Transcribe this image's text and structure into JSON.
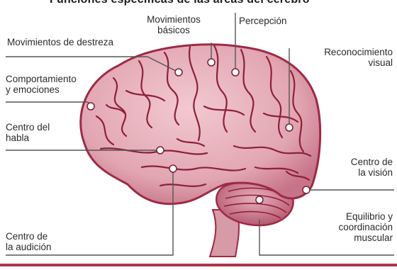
{
  "title": "Funciones específicas de las áreas del cerebro",
  "labels": {
    "movimientos_destreza": "Movimientos de destreza",
    "movimientos_basicos_1": "Movimientos",
    "movimientos_basicos_2": "básicos",
    "percepcion": "Percepción",
    "reconocimiento_visual_1": "Reconocimiento",
    "reconocimiento_visual_2": "visual",
    "comportamiento_1": "Comportamiento",
    "comportamiento_2": "y emociones",
    "centro_habla_1": "Centro del",
    "centro_habla_2": "habla",
    "centro_vision_1": "Centro de",
    "centro_vision_2": "la visión",
    "equilibrio_1": "Equilibrio y",
    "equilibrio_2": "coordinación",
    "equilibrio_3": "muscular",
    "centro_audicion_1": "Centro de",
    "centro_audicion_2": "la audición"
  },
  "colors": {
    "brain_fill": "#e8b7c0",
    "brain_dark": "#9e2a44",
    "lines": "#555555",
    "accent_rule": "#b0344a"
  }
}
